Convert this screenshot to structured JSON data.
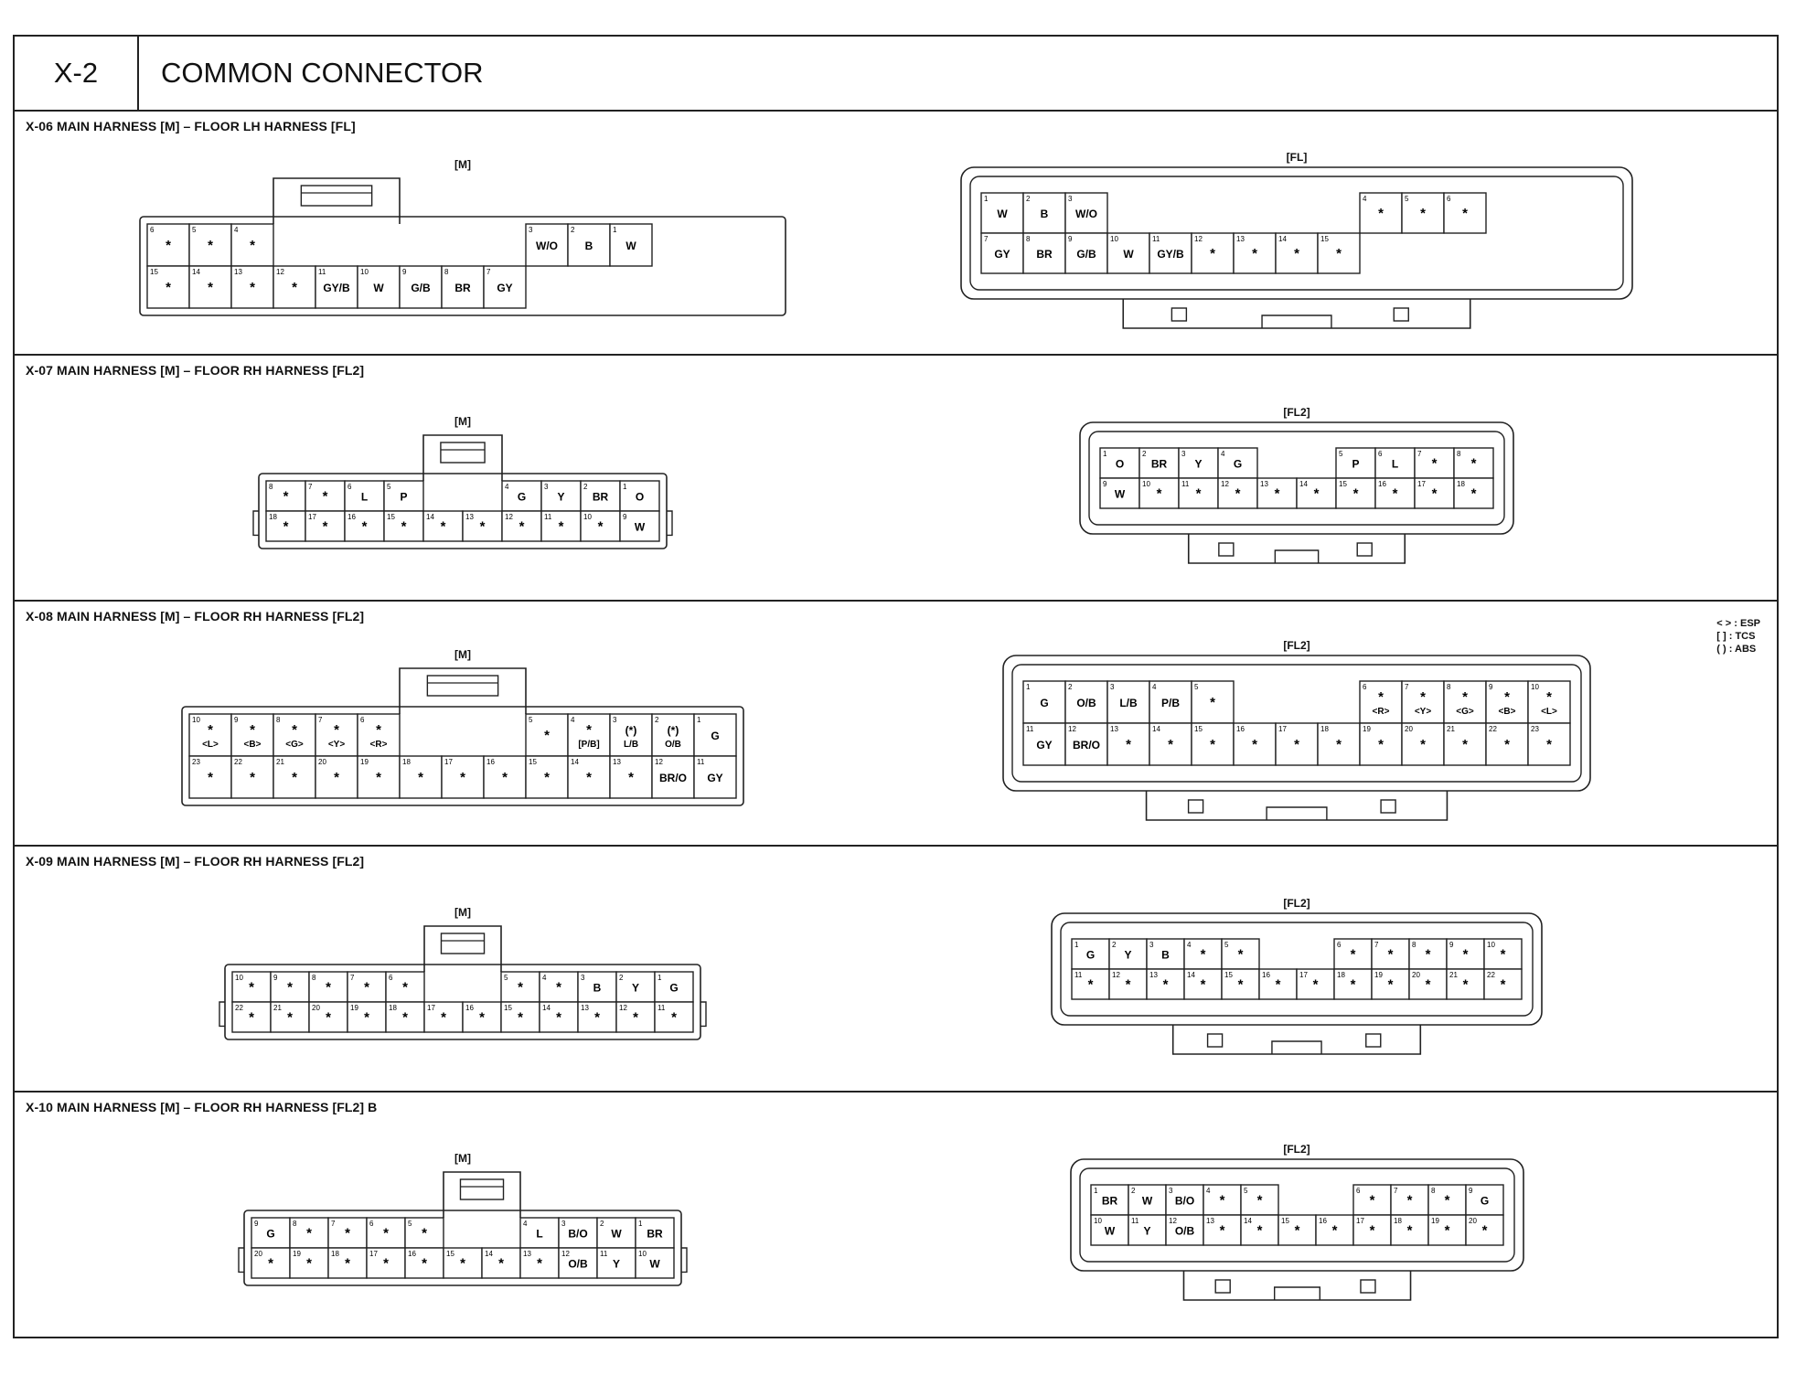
{
  "header": {
    "code": "X-2",
    "title": "COMMON CONNECTOR"
  },
  "legend": [
    "< > : ESP",
    "[  ] : TCS",
    "(  ) : ABS"
  ],
  "sections": [
    {
      "title": "X-06 MAIN HARNESS [M] – FLOOR LH HARNESS [FL]",
      "connectors": [
        {
          "tag": "[M]",
          "cells": [
            [
              "6",
              "*"
            ],
            [
              "5",
              "*"
            ],
            [
              "4",
              "*"
            ],
            [
              "3",
              "W/O"
            ],
            [
              "2",
              "B"
            ],
            [
              "1",
              "W"
            ],
            [
              "15",
              "*"
            ],
            [
              "14",
              "*"
            ],
            [
              "13",
              "*"
            ],
            [
              "12",
              "*"
            ],
            [
              "11",
              "GY/B"
            ],
            [
              "10",
              "W"
            ],
            [
              "9",
              "G/B"
            ],
            [
              "8",
              "BR"
            ],
            [
              "7",
              "GY"
            ]
          ]
        },
        {
          "tag": "[FL]",
          "cells": [
            [
              "1",
              "W"
            ],
            [
              "2",
              "B"
            ],
            [
              "3",
              "W/O"
            ],
            [
              "4",
              "*"
            ],
            [
              "5",
              "*"
            ],
            [
              "6",
              "*"
            ],
            [
              "7",
              "GY"
            ],
            [
              "8",
              "BR"
            ],
            [
              "9",
              "G/B"
            ],
            [
              "10",
              "W"
            ],
            [
              "11",
              "GY/B"
            ],
            [
              "12",
              "*"
            ],
            [
              "13",
              "*"
            ],
            [
              "14",
              "*"
            ],
            [
              "15",
              "*"
            ]
          ]
        }
      ]
    },
    {
      "title": "X-07 MAIN HARNESS [M] – FLOOR RH HARNESS [FL2]",
      "connectors": [
        {
          "tag": "[M]",
          "cells": [
            [
              "8",
              "*"
            ],
            [
              "7",
              "*"
            ],
            [
              "6",
              "L"
            ],
            [
              "5",
              "P"
            ],
            [
              "4",
              "G"
            ],
            [
              "3",
              "Y"
            ],
            [
              "2",
              "BR"
            ],
            [
              "1",
              "O"
            ],
            [
              "18",
              "*"
            ],
            [
              "17",
              "*"
            ],
            [
              "16",
              "*"
            ],
            [
              "15",
              "*"
            ],
            [
              "14",
              "*"
            ],
            [
              "13",
              "*"
            ],
            [
              "12",
              "*"
            ],
            [
              "11",
              "*"
            ],
            [
              "10",
              "*"
            ],
            [
              "9",
              "W"
            ]
          ]
        },
        {
          "tag": "[FL2]",
          "cells": [
            [
              "1",
              "O"
            ],
            [
              "2",
              "BR"
            ],
            [
              "3",
              "Y"
            ],
            [
              "4",
              "G"
            ],
            [
              "5",
              "P"
            ],
            [
              "6",
              "L"
            ],
            [
              "7",
              "*"
            ],
            [
              "8",
              "*"
            ],
            [
              "9",
              "W"
            ],
            [
              "10",
              "*"
            ],
            [
              "11",
              "*"
            ],
            [
              "12",
              "*"
            ],
            [
              "13",
              "*"
            ],
            [
              "14",
              "*"
            ],
            [
              "15",
              "*"
            ],
            [
              "16",
              "*"
            ],
            [
              "17",
              "*"
            ],
            [
              "18",
              "*"
            ]
          ]
        }
      ]
    },
    {
      "title": "X-08 MAIN HARNESS [M] – FLOOR RH HARNESS [FL2]",
      "connectors": [
        {
          "tag": "[M]",
          "cells": [
            [
              "10",
              "*",
              "<L>"
            ],
            [
              "9",
              "*",
              "<B>"
            ],
            [
              "8",
              "*",
              "<G>"
            ],
            [
              "7",
              "*",
              "<Y>"
            ],
            [
              "6",
              "*",
              "<R>"
            ],
            [
              "5",
              "*"
            ],
            [
              "4",
              "*",
              "[P/B]"
            ],
            [
              "3",
              "(*)",
              "L/B"
            ],
            [
              "2",
              "(*)",
              "O/B"
            ],
            [
              "1",
              "G"
            ],
            [
              "23",
              "*"
            ],
            [
              "22",
              "*"
            ],
            [
              "21",
              "*"
            ],
            [
              "20",
              "*"
            ],
            [
              "19",
              "*"
            ],
            [
              "18",
              "*"
            ],
            [
              "17",
              "*"
            ],
            [
              "16",
              "*"
            ],
            [
              "15",
              "*"
            ],
            [
              "14",
              "*"
            ],
            [
              "13",
              "*"
            ],
            [
              "12",
              "BR/O"
            ],
            [
              "11",
              "GY"
            ]
          ]
        },
        {
          "tag": "[FL2]",
          "cells": [
            [
              "1",
              "G"
            ],
            [
              "2",
              "O/B"
            ],
            [
              "3",
              "L/B"
            ],
            [
              "4",
              "P/B"
            ],
            [
              "5",
              "*"
            ],
            [
              "6",
              "*",
              "<R>"
            ],
            [
              "7",
              "*",
              "<Y>"
            ],
            [
              "8",
              "*",
              "<G>"
            ],
            [
              "9",
              "*",
              "<B>"
            ],
            [
              "10",
              "*",
              "<L>"
            ],
            [
              "11",
              "GY"
            ],
            [
              "12",
              "BR/O"
            ],
            [
              "13",
              "*"
            ],
            [
              "14",
              "*"
            ],
            [
              "15",
              "*"
            ],
            [
              "16",
              "*"
            ],
            [
              "17",
              "*"
            ],
            [
              "18",
              "*"
            ],
            [
              "19",
              "*"
            ],
            [
              "20",
              "*"
            ],
            [
              "21",
              "*"
            ],
            [
              "22",
              "*"
            ],
            [
              "23",
              "*"
            ]
          ]
        }
      ]
    },
    {
      "title": "X-09 MAIN HARNESS [M] – FLOOR RH HARNESS [FL2]",
      "connectors": [
        {
          "tag": "[M]",
          "cells": [
            [
              "10",
              "*"
            ],
            [
              "9",
              "*"
            ],
            [
              "8",
              "*"
            ],
            [
              "7",
              "*"
            ],
            [
              "6",
              "*"
            ],
            [
              "5",
              "*"
            ],
            [
              "4",
              "*"
            ],
            [
              "3",
              "B"
            ],
            [
              "2",
              "Y"
            ],
            [
              "1",
              "G"
            ],
            [
              "22",
              "*"
            ],
            [
              "21",
              "*"
            ],
            [
              "20",
              "*"
            ],
            [
              "19",
              "*"
            ],
            [
              "18",
              "*"
            ],
            [
              "17",
              "*"
            ],
            [
              "16",
              "*"
            ],
            [
              "15",
              "*"
            ],
            [
              "14",
              "*"
            ],
            [
              "13",
              "*"
            ],
            [
              "12",
              "*"
            ],
            [
              "11",
              "*"
            ]
          ]
        },
        {
          "tag": "[FL2]",
          "cells": [
            [
              "1",
              "G"
            ],
            [
              "2",
              "Y"
            ],
            [
              "3",
              "B"
            ],
            [
              "4",
              "*"
            ],
            [
              "5",
              "*"
            ],
            [
              "6",
              "*"
            ],
            [
              "7",
              "*"
            ],
            [
              "8",
              "*"
            ],
            [
              "9",
              "*"
            ],
            [
              "10",
              "*"
            ],
            [
              "11",
              "*"
            ],
            [
              "12",
              "*"
            ],
            [
              "13",
              "*"
            ],
            [
              "14",
              "*"
            ],
            [
              "15",
              "*"
            ],
            [
              "16",
              "*"
            ],
            [
              "17",
              "*"
            ],
            [
              "18",
              "*"
            ],
            [
              "19",
              "*"
            ],
            [
              "20",
              "*"
            ],
            [
              "21",
              "*"
            ],
            [
              "22",
              "*"
            ]
          ]
        }
      ]
    },
    {
      "title": "X-10 MAIN HARNESS [M] – FLOOR RH HARNESS [FL2] B",
      "connectors": [
        {
          "tag": "[M]",
          "cells": [
            [
              "9",
              "G"
            ],
            [
              "8",
              "*"
            ],
            [
              "7",
              "*"
            ],
            [
              "6",
              "*"
            ],
            [
              "5",
              "*"
            ],
            [
              "4",
              "L"
            ],
            [
              "3",
              "B/O"
            ],
            [
              "2",
              "W"
            ],
            [
              "1",
              "BR"
            ],
            [
              "20",
              "*"
            ],
            [
              "19",
              "*"
            ],
            [
              "18",
              "*"
            ],
            [
              "17",
              "*"
            ],
            [
              "16",
              "*"
            ],
            [
              "15",
              "*"
            ],
            [
              "14",
              "*"
            ],
            [
              "13",
              "*"
            ],
            [
              "12",
              "O/B"
            ],
            [
              "11",
              "Y"
            ],
            [
              "10",
              "W"
            ]
          ]
        },
        {
          "tag": "[FL2]",
          "cells": [
            [
              "1",
              "BR"
            ],
            [
              "2",
              "W"
            ],
            [
              "3",
              "B/O"
            ],
            [
              "4",
              "*"
            ],
            [
              "5",
              "*"
            ],
            [
              "6",
              "*"
            ],
            [
              "7",
              "*"
            ],
            [
              "8",
              "*"
            ],
            [
              "9",
              "G"
            ],
            [
              "10",
              "W"
            ],
            [
              "11",
              "Y"
            ],
            [
              "12",
              "O/B"
            ],
            [
              "13",
              "*"
            ],
            [
              "14",
              "*"
            ],
            [
              "15",
              "*"
            ],
            [
              "16",
              "*"
            ],
            [
              "17",
              "*"
            ],
            [
              "18",
              "*"
            ],
            [
              "19",
              "*"
            ],
            [
              "20",
              "*"
            ]
          ]
        }
      ]
    }
  ]
}
